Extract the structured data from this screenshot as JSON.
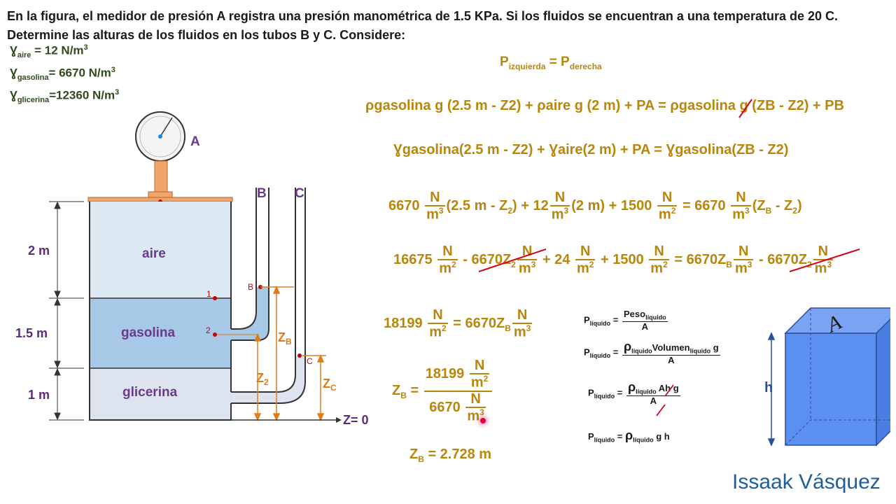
{
  "problem": {
    "statement": "En la figura, el medidor de presión A registra una presión manométrica de 1.5 KPa. Si los fluidos se encuentran a una temperatura de 20 C. Determine las alturas de los fluidos en los tubos B y C. Considere:"
  },
  "gammas": {
    "aire": {
      "sym": "Ɣ",
      "sub": "aire",
      "value": "= 12 N/m",
      "exp": "3"
    },
    "gasolina": {
      "sym": "Ɣ",
      "sub": "gasolina",
      "value": "= 6670 N/m",
      "exp": "3"
    },
    "glicerina": {
      "sym": "Ɣ",
      "sub": "glicerina",
      "value": "=12360 N/m",
      "exp": "3"
    }
  },
  "diagram": {
    "gauge_label": "A",
    "point_a": "A",
    "tube_b": "B",
    "tube_c": "C",
    "layer_aire": "aire",
    "layer_gasolina": "gasolina",
    "layer_glicerina": "glicerina",
    "dim_aire": "2 m",
    "dim_gasolina": "1.5 m",
    "dim_glicerina": "1 m",
    "point_1": "1",
    "point_2": "2",
    "point_b": "B",
    "point_c": "C",
    "zb": "Z",
    "zb_sub": "B",
    "z2": "Z",
    "z2_sub": "2",
    "zc": "Z",
    "zc_sub": "C",
    "z0": "Z= 0"
  },
  "equations": {
    "balance": {
      "p": "P",
      "sub_left": "izquierda",
      "eq": " = P",
      "sub_right": "derecha"
    },
    "eq1": "ρgasolina g (2.5 m - Z2) + ρaire g (2 m) + PA = ρgasolina g (ZB - Z2) + PB",
    "eq2": "Ɣgasolina(2.5 m - Z2) + Ɣaire(2 m) + PA = Ɣgasolina(ZB - Z2)",
    "eq3": {
      "t1": "6670",
      "t1r": "(2.5 m - Z",
      "t1s": "2",
      "t1e": ")",
      "t2": "+ 12",
      "t2r": "(2 m)",
      "t3": "+ 1500",
      "t4": "= 6670",
      "t4r": "(Z",
      "t4s": "B",
      "t4m": " - Z",
      "t4s2": "2",
      "t4e": ")"
    },
    "eq4": {
      "t1": "16675",
      "t2": "- 6670",
      "t2z": "Z",
      "t2s": "2",
      "t3": "+ 24",
      "t4": "+ 1500",
      "t5": "= 6670",
      "t5z": "Z",
      "t5s": "B",
      "t6": "- 6670",
      "t6z": "Z",
      "t6s": "2"
    },
    "eq5": {
      "t1": "18199",
      "t2": "= 6670",
      "z": "Z",
      "zs": "B"
    },
    "eq6": {
      "lhs": "Z",
      "lhs_sub": "B",
      "eq": " = ",
      "num": "18199",
      "den": "6670"
    },
    "result": {
      "z": "Z",
      "sub": "B",
      "val": " = 2.728 m"
    },
    "units": {
      "n": "N",
      "m2": "m",
      "m3": "m",
      "e2": "2",
      "e3": "3"
    }
  },
  "formulas": {
    "f1": {
      "p": "P",
      "sub": "líquido",
      "eq": " = ",
      "num": "Peso",
      "num_sub": "líquido",
      "den": "A"
    },
    "f2": {
      "p": "P",
      "sub": "líquido",
      "eq": " = ",
      "rho": "ρ",
      "rho_sub": "líquido",
      "num": "Volumen",
      "num_sub": "líquido",
      "num_end": " g",
      "den": "A"
    },
    "f3": {
      "p": "P",
      "sub": "líquido",
      "eq": " = ",
      "rho": "ρ",
      "rho_sub": "líquido",
      "a": "A",
      "num_end": "h g",
      "den": "A"
    },
    "f4": {
      "p": "P",
      "sub": "líquido",
      "eq": " = ",
      "rho": "ρ",
      "rho_sub": "líquido",
      "end": " g  h"
    }
  },
  "prism": {
    "label_a": "A",
    "label_h": "h",
    "color": "#5b8ff0"
  },
  "brand": "Issaak Vásquez",
  "colors": {
    "equation": "#b8860b",
    "aire": "#dce9f2",
    "gasolina": "#a7c8e6",
    "glicerina": "#dde4ef",
    "strike": "#d0021b"
  }
}
